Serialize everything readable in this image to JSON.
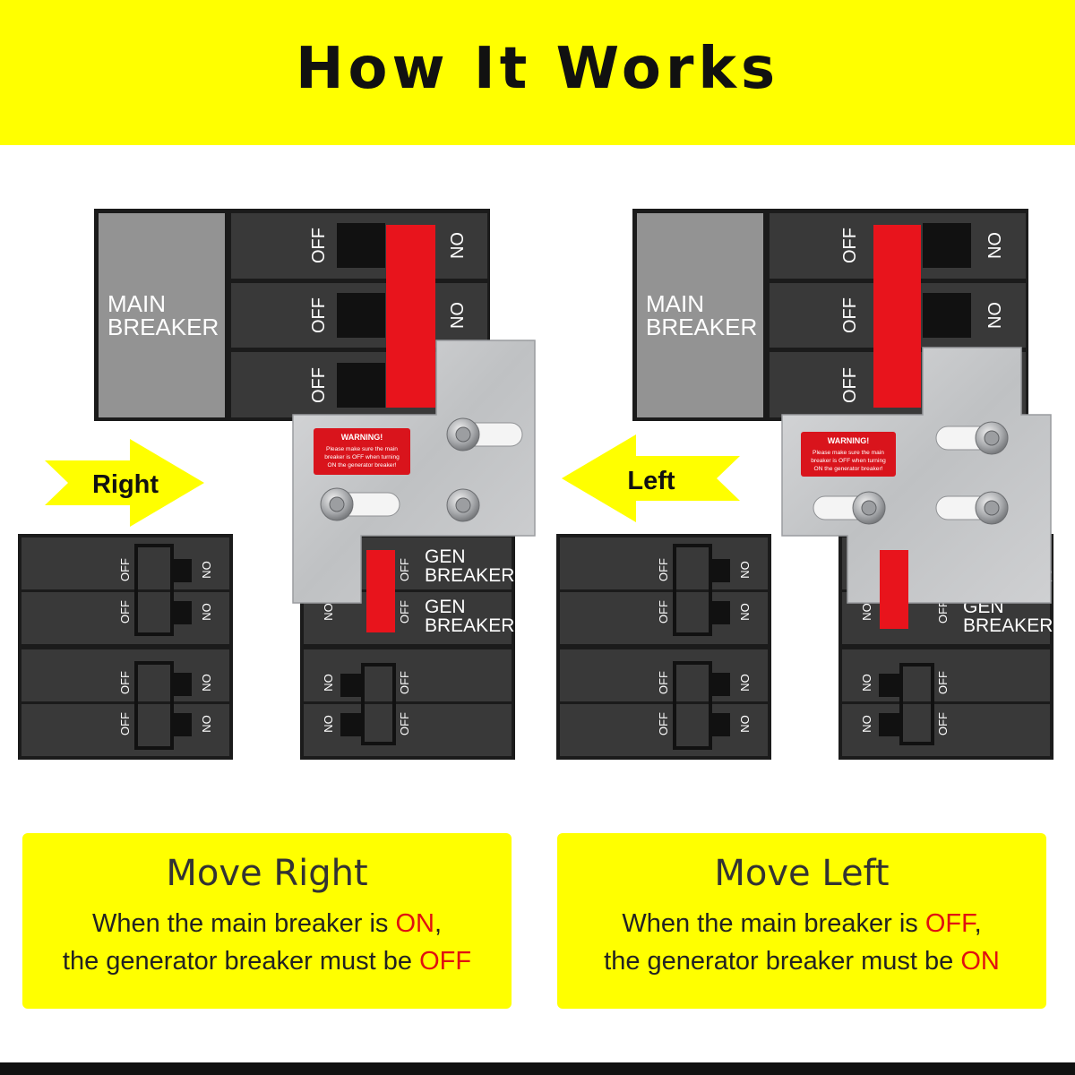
{
  "header": {
    "title": "How It Works"
  },
  "labels": {
    "off": "OFF",
    "on": "ON",
    "main_breaker_line1": "MAIN",
    "main_breaker_line2": "BREAKER",
    "gen_line1": "GEN",
    "gen_line2": "BREAKER",
    "arrow_right": "Right",
    "arrow_left": "Left",
    "warning_title": "WARNING!",
    "warning_line1": "Please make sure the main",
    "warning_line2": "breaker is OFF when turning",
    "warning_line3": "ON the generator breaker!"
  },
  "cards": {
    "right": {
      "title": "Move Right",
      "line1_pre": "When the main breaker is ",
      "line1_state": "ON",
      "line1_post": ",",
      "line2_pre": "the generator breaker must be ",
      "line2_state": "OFF"
    },
    "left": {
      "title": "Move Left",
      "line1_pre": "When the main breaker is ",
      "line1_state": "OFF",
      "line1_post": ",",
      "line2_pre": "the generator breaker must be ",
      "line2_state": "ON"
    }
  },
  "colors": {
    "banner": "#ffff00",
    "panel": "#2d2d2d",
    "handle_red": "#e8141c",
    "state_red": "#e01010",
    "plate": "#c8c9cb"
  }
}
